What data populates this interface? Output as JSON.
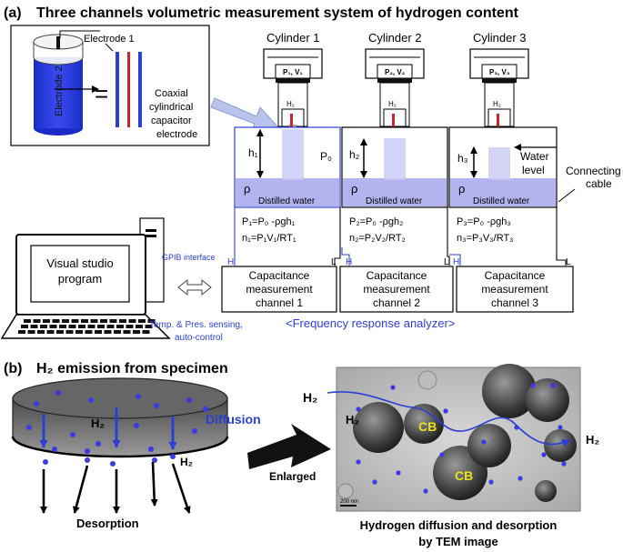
{
  "panel_a": {
    "label": "(a)",
    "title": "Three channels volumetric measurement system of hydrogen content",
    "electrode1": "Electrode 1",
    "electrode2": "Electrode 2",
    "equals": "=",
    "coaxial": [
      "Coaxial",
      "cylindrical",
      "capacitor",
      "electrode"
    ],
    "cylinders": [
      {
        "name": "Cylinder 1",
        "pv": "P₁, V₁",
        "h": "h₁",
        "formula_p": "P₁=P₀ -ρgh₁",
        "formula_n": "n₁=P₁V₁/RT₁",
        "channel": [
          "Capacitance",
          "measurement",
          "channel 1"
        ]
      },
      {
        "name": "Cylinder 2",
        "pv": "P₂, V₂",
        "h": "h₂",
        "formula_p": "P₂=P₀ -ρgh₂",
        "formula_n": "n₂=P₂V₂/RT₂",
        "channel": [
          "Capacitance",
          "measurement",
          "channel 2"
        ]
      },
      {
        "name": "Cylinder 3",
        "pv": "P₃, V₃",
        "h": "h₃",
        "formula_p": "P₃=P₀ -ρgh₃",
        "formula_n": "n₃=P₃V₃/RT₃",
        "channel": [
          "Capacitance",
          "measurement",
          "channel 3"
        ]
      }
    ],
    "h2_small": "H₂",
    "p0": "P₀",
    "rho": "ρ",
    "distilled_water": "Distilled water",
    "water_level": [
      "Water",
      "level"
    ],
    "connecting_cable": [
      "Connecting",
      "cable"
    ],
    "H": "H",
    "L": "L",
    "visual_studio": [
      "Visual studio",
      "program"
    ],
    "gpib": "GPIB interface",
    "temp_pres": [
      "Temp. & Pres. sensing,",
      "auto-control"
    ],
    "fra": "<Frequency response analyzer>"
  },
  "panel_b": {
    "label": "(b)",
    "title": "H₂ emission from specimen",
    "h2": "H₂",
    "diffusion": "Diffusion",
    "desorption": "Desorption",
    "enlarged": "Enlarged",
    "cb": "CB",
    "scale_bar": "200 nm",
    "caption": [
      "Hydrogen diffusion and desorption",
      "by TEM image"
    ]
  },
  "colors": {
    "blue": "#2b3fd6",
    "water": "#b3b3f0",
    "electrode": "#3340e0",
    "red": "#c8242c",
    "dot": "#3a3ae8"
  }
}
